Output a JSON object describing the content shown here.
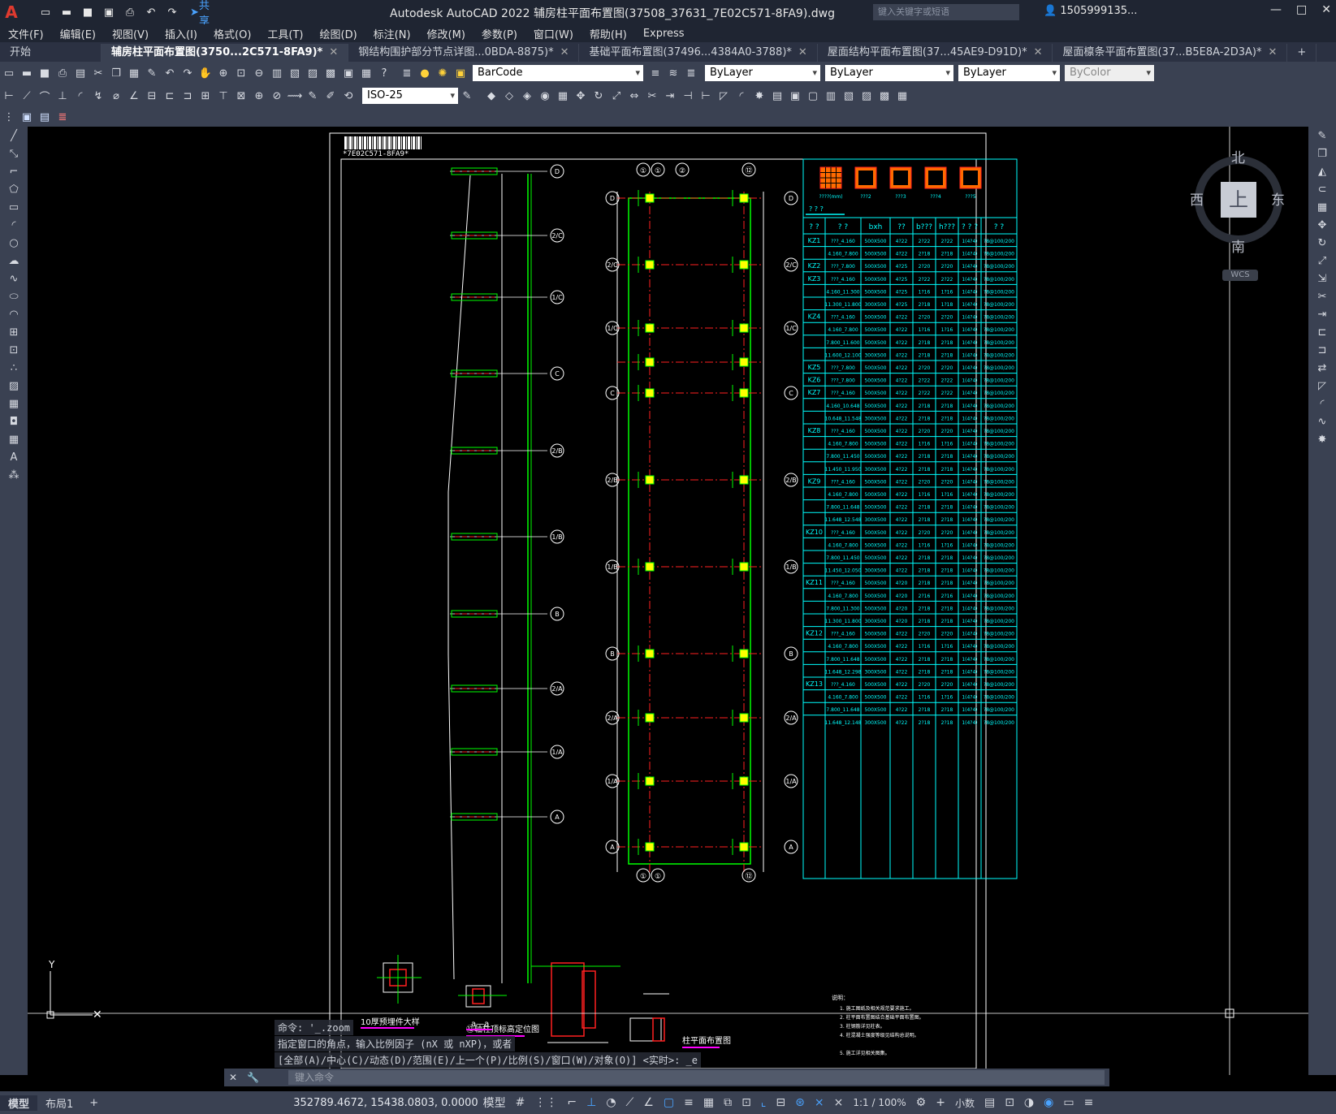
{
  "app": {
    "logo": "A",
    "title": "Autodesk AutoCAD 2022    辅房柱平面布置图(37508_37631_7E02C571-8FA9).dwg",
    "share_label": "共享",
    "search_placeholder": "键入关键字或短语",
    "user": "1505999135...",
    "window_buttons": [
      "—",
      "□",
      "✕"
    ]
  },
  "menus": [
    "文件(F)",
    "编辑(E)",
    "视图(V)",
    "插入(I)",
    "格式(O)",
    "工具(T)",
    "绘图(D)",
    "标注(N)",
    "修改(M)",
    "参数(P)",
    "窗口(W)",
    "帮助(H)",
    "Express"
  ],
  "tabs": [
    {
      "label": "开始",
      "active": false
    },
    {
      "label": "辅房柱平面布置图(3750...2C571-8FA9)*",
      "active": true
    },
    {
      "label": "钢结构围护部分节点详图...0BDA-8875)*",
      "active": false
    },
    {
      "label": "基础平面布置图(37496...4384A0-3788)*",
      "active": false
    },
    {
      "label": "屋面结构平面布置图(37...45AE9-D91D)*",
      "active": false
    },
    {
      "label": "屋面檩条平面布置图(37...B5E8A-2D3A)*",
      "active": false
    }
  ],
  "toolbar": {
    "layer": "BarCode",
    "color": "ByLayer",
    "linetype": "ByLayer",
    "lineweight": "ByLayer",
    "plotstyle": "ByColor",
    "dimstyle": "ISO-25"
  },
  "viewcube": {
    "north": "北",
    "south": "南",
    "east": "东",
    "west": "西",
    "top": "上",
    "wcs": "WCS"
  },
  "drawing": {
    "barcode_text": "*7E02C571-8FA9*",
    "left_plan_title": "⑫轴柱顶标高定位图",
    "main_plan_title": "柱平面布置图",
    "detail_titles": [
      "10厚预埋件大样",
      "a—a"
    ],
    "col_markers_top": [
      "①",
      "①",
      "②",
      "⑫"
    ],
    "col_markers_bottom": [
      "①",
      "①",
      "⑫"
    ],
    "row_labels": [
      "D",
      "2/C",
      "1/C",
      "C",
      "2/B",
      "1/B",
      "B",
      "2/A",
      "1/A",
      "A"
    ],
    "table_icons": [
      "????(mm)",
      "???2",
      "???3",
      "???4",
      "???5"
    ],
    "table_header": [
      "? ?",
      "? ?",
      "bxh",
      "??",
      "b???",
      "h???",
      "? ? ?",
      "? ?"
    ],
    "table_rows": [
      [
        "KZ1",
        "???_4.160",
        "500X500",
        "4?22",
        "2?22",
        "2?22",
        "1(4?4)",
        "?8@100/200"
      ],
      [
        "",
        "4.160_7.800",
        "500X500",
        "4?22",
        "2?18",
        "2?18",
        "1(4?4)",
        "?8@100/200"
      ],
      [
        "KZ2",
        "???_7.800",
        "500X500",
        "4?25",
        "2?20",
        "2?20",
        "1(4?4)",
        "?8@100/200"
      ],
      [
        "KZ3",
        "???_4.160",
        "500X500",
        "4?25",
        "2?22",
        "2?22",
        "1(4?4)",
        "?8@100/200"
      ],
      [
        "",
        "4.160_11.300",
        "500X500",
        "4?25",
        "1?16",
        "1?16",
        "1(4?4)",
        "?8@100/200"
      ],
      [
        "",
        "11.300_11.800",
        "300X500",
        "4?25",
        "2?18",
        "1?18",
        "1(4?4)",
        "?8@100/200"
      ],
      [
        "KZ4",
        "???_4.160",
        "500X500",
        "4?22",
        "2?20",
        "2?20",
        "1(4?4)",
        "?8@100/200"
      ],
      [
        "",
        "4.160_7.800",
        "500X500",
        "4?22",
        "1?16",
        "1?16",
        "1(4?4)",
        "?8@100/200"
      ],
      [
        "",
        "7.800_11.600",
        "500X500",
        "4?22",
        "2?18",
        "2?18",
        "1(4?4)",
        "?8@100/200"
      ],
      [
        "",
        "11.600_12.100",
        "300X500",
        "4?22",
        "2?18",
        "2?18",
        "1(4?4)",
        "?8@100/200"
      ],
      [
        "KZ5",
        "???_7.800",
        "500X500",
        "4?22",
        "2?20",
        "2?20",
        "1(4?4)",
        "?8@100/200"
      ],
      [
        "KZ6",
        "???_7.800",
        "500X500",
        "4?22",
        "2?22",
        "2?22",
        "1(4?4)",
        "?8@100/200"
      ],
      [
        "KZ7",
        "???_4.160",
        "500X500",
        "4?22",
        "2?22",
        "2?22",
        "1(4?4)",
        "?8@100/200"
      ],
      [
        "",
        "4.160_10.648",
        "500X500",
        "4?22",
        "2?18",
        "2?18",
        "1(4?4)",
        "?8@100/200"
      ],
      [
        "",
        "10.648_11.548",
        "300X500",
        "4?22",
        "2?18",
        "2?18",
        "1(4?4)",
        "?8@100/200"
      ],
      [
        "KZ8",
        "???_4.160",
        "500X500",
        "4?22",
        "2?20",
        "2?20",
        "1(4?4)",
        "?8@100/200"
      ],
      [
        "",
        "4.160_7.800",
        "500X500",
        "4?22",
        "1?16",
        "1?16",
        "1(4?4)",
        "?8@100/200"
      ],
      [
        "",
        "7.800_11.450",
        "500X500",
        "4?22",
        "2?18",
        "2?18",
        "1(4?4)",
        "?8@100/200"
      ],
      [
        "",
        "11.450_11.950",
        "300X500",
        "4?22",
        "2?18",
        "2?18",
        "1(4?4)",
        "?8@100/200"
      ],
      [
        "KZ9",
        "???_4.160",
        "500X500",
        "4?22",
        "2?20",
        "2?20",
        "1(4?4)",
        "?8@100/200"
      ],
      [
        "",
        "4.160_7.800",
        "500X500",
        "4?22",
        "1?16",
        "1?16",
        "1(4?4)",
        "?8@100/200"
      ],
      [
        "",
        "7.800_11.648",
        "500X500",
        "4?22",
        "2?18",
        "2?18",
        "1(4?4)",
        "?8@100/200"
      ],
      [
        "",
        "11.648_12.548",
        "300X500",
        "4?22",
        "2?18",
        "2?18",
        "1(4?4)",
        "?8@100/200"
      ],
      [
        "KZ10",
        "???_4.160",
        "500X500",
        "4?22",
        "2?20",
        "2?20",
        "1(4?4)",
        "?8@100/200"
      ],
      [
        "",
        "4.160_7.800",
        "500X500",
        "4?22",
        "1?16",
        "1?16",
        "1(4?4)",
        "?8@100/200"
      ],
      [
        "",
        "7.800_11.450",
        "500X500",
        "4?22",
        "2?18",
        "2?18",
        "1(4?4)",
        "?8@100/200"
      ],
      [
        "",
        "11.450_12.050",
        "300X500",
        "4?22",
        "2?18",
        "2?18",
        "1(4?4)",
        "?8@100/200"
      ],
      [
        "KZ11",
        "???_4.160",
        "500X500",
        "4?20",
        "2?18",
        "2?18",
        "1(4?4)",
        "?8@100/200"
      ],
      [
        "",
        "4.160_7.800",
        "500X500",
        "4?20",
        "2?16",
        "2?16",
        "1(4?4)",
        "?8@100/200"
      ],
      [
        "",
        "7.800_11.300",
        "500X500",
        "4?20",
        "2?18",
        "2?18",
        "1(4?4)",
        "?8@100/200"
      ],
      [
        "",
        "11.300_11.800",
        "300X500",
        "4?20",
        "2?18",
        "2?18",
        "1(4?4)",
        "?8@100/200"
      ],
      [
        "KZ12",
        "???_4.160",
        "500X500",
        "4?22",
        "2?20",
        "2?20",
        "1(4?4)",
        "?8@100/200"
      ],
      [
        "",
        "4.160_7.800",
        "500X500",
        "4?22",
        "1?16",
        "1?16",
        "1(4?4)",
        "?8@100/200"
      ],
      [
        "",
        "7.800_11.648",
        "500X500",
        "4?22",
        "2?18",
        "2?18",
        "1(4?4)",
        "?8@100/200"
      ],
      [
        "",
        "11.648_12.298",
        "300X500",
        "4?22",
        "2?18",
        "2?18",
        "1(4?4)",
        "?8@100/200"
      ],
      [
        "KZ13",
        "???_4.160",
        "500X500",
        "4?22",
        "2?20",
        "2?20",
        "1(4?4)",
        "?8@100/200"
      ],
      [
        "",
        "4.160_7.800",
        "500X500",
        "4?22",
        "1?16",
        "1?16",
        "1(4?4)",
        "?8@100/200"
      ],
      [
        "",
        "7.800_11.648",
        "500X500",
        "4?22",
        "2?18",
        "2?18",
        "1(4?4)",
        "?8@100/200"
      ],
      [
        "",
        "11.648_12.148",
        "300X500",
        "4?22",
        "2?18",
        "2?18",
        "1(4?4)",
        "?8@100/200"
      ]
    ]
  },
  "command": {
    "history": [
      "命令: '_.zoom",
      "指定窗口的角点，输入比例因子 (nX 或 nXP)，或者",
      "[全部(A)/中心(C)/动态(D)/范围(E)/上一个(P)/比例(S)/窗口(W)/对象(O)] <实时>: _e"
    ],
    "placeholder": "键入命令"
  },
  "status": {
    "layout_tabs": [
      "模型",
      "布局1",
      "+"
    ],
    "coords": "352789.4672, 15438.0803, 0.0000",
    "space": "模型",
    "scale": "1:1 / 100%",
    "units": "小数"
  },
  "colors": {
    "green": "#00ff00",
    "cyan": "#00ffff",
    "red": "#ff0000",
    "white": "#ffffff",
    "magenta": "#ff00ff",
    "yellow": "#ffff00"
  }
}
